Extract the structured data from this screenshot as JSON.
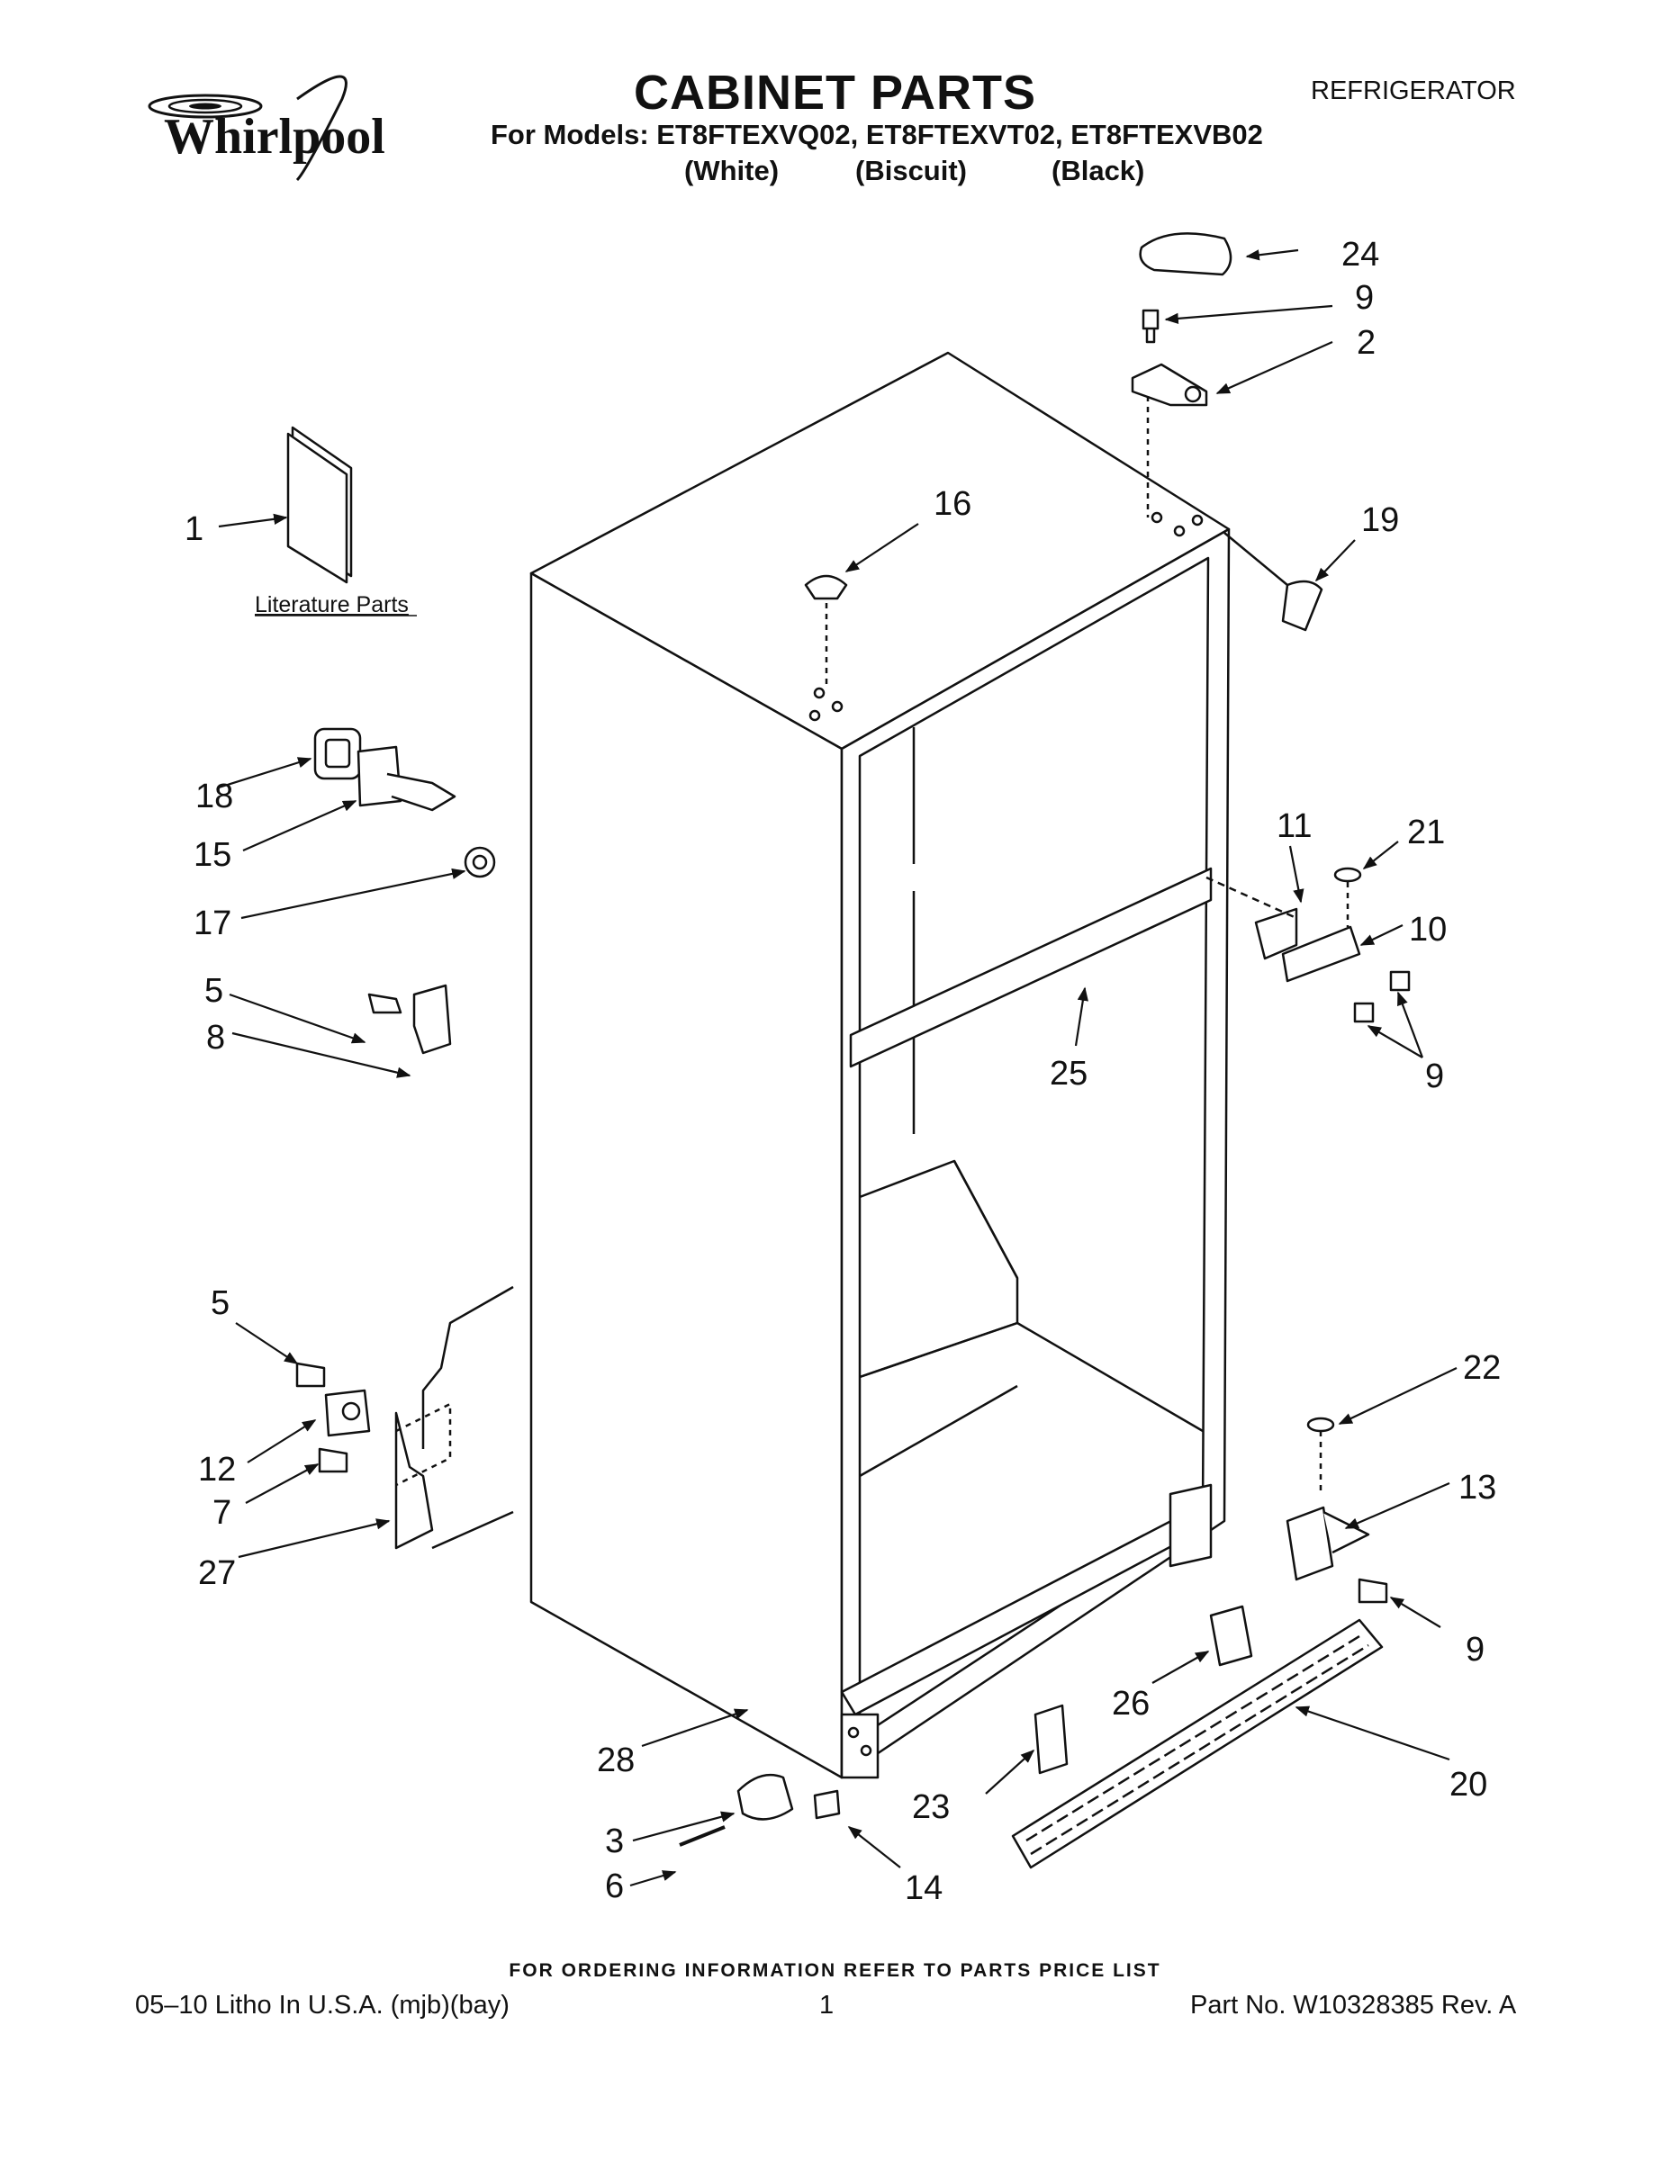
{
  "header": {
    "brand": "Whirlpool",
    "title": "CABINET PARTS",
    "category": "REFRIGERATOR",
    "models_line": "For Models: ET8FTEXVQ02, ET8FTEXVT02, ET8FTEXVB02",
    "colors": [
      "(White)",
      "(Biscuit)",
      "(Black)"
    ]
  },
  "diagram": {
    "literature_label": "Literature Parts",
    "callouts": {
      "c1": "1",
      "c2": "2",
      "c3": "3",
      "c5a": "5",
      "c5b": "5",
      "c6": "6",
      "c7": "7",
      "c8": "8",
      "c9a": "9",
      "c9b": "9",
      "c9c": "9",
      "c10": "10",
      "c11": "11",
      "c12": "12",
      "c13": "13",
      "c14": "14",
      "c15": "15",
      "c16": "16",
      "c17": "17",
      "c18": "18",
      "c19": "19",
      "c20": "20",
      "c21": "21",
      "c22": "22",
      "c23": "23",
      "c24": "24",
      "c25": "25",
      "c26": "26",
      "c27": "27",
      "c28": "28"
    }
  },
  "footer": {
    "ordering_note": "FOR ORDERING INFORMATION REFER TO PARTS PRICE LIST",
    "litho": "05–10 Litho In U.S.A. (mjb)(bay)",
    "page_number": "1",
    "part_number": "Part No. W10328385 Rev. A"
  }
}
